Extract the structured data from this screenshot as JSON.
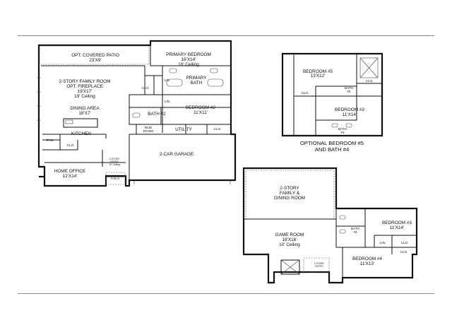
{
  "first_floor": {
    "covered_patio": {
      "name": "OPT. COVERED PATIO",
      "dims": "23'X9'"
    },
    "primary_bedroom": {
      "name": "PRIMARY BEDROOM",
      "dims": "16'X14'",
      "note": "10' Ceiling"
    },
    "family_room": {
      "name": "2-STORY FAMILY ROOM",
      "option": "OPT. FIREPLACE",
      "dims": "19'X17'",
      "note": "19' Ceiling"
    },
    "primary_bath": {
      "name_line1": "PRIMARY",
      "name_line2": "BATH"
    },
    "lin1": "LIN.",
    "lin2": "LIN.",
    "clo1": "CLO.",
    "clo2": "CLO.",
    "clo3": "CLO.",
    "dining": {
      "name": "DINING AREA",
      "dims": "18'X7'"
    },
    "bath2": "BATH #2",
    "bedroom2": {
      "name": "BEDROOM #2",
      "dims": "11'X11'"
    },
    "mud_room": {
      "line1": "MUD",
      "line2": "ROOM"
    },
    "utility": "UTILITY",
    "kitchen": "KITCHEN",
    "pantry": "PAN.",
    "garage": "2-CAR GARAGE",
    "home_office": {
      "name": "HOME OFFICE",
      "dims": "12'X14'"
    },
    "entry": {
      "line1": "2-STORY",
      "line2": "ENTRY",
      "line3": "19' Ceiling"
    },
    "porch": "PORCH"
  },
  "optional_plan": {
    "bedroom5": {
      "name": "BEDROOM #5",
      "dims": "13'X12'"
    },
    "bath4": {
      "line1": "BATH",
      "line2": "#4"
    },
    "clo1": "CLO.",
    "clo2": "CLO.",
    "bedroom3": {
      "name": "BEDROOM #3",
      "dims": "11'X14'"
    },
    "bath3": {
      "line1": "BATH",
      "line2": "#3"
    },
    "caption_line1": "OPTIONAL BEDROOM #5",
    "caption_line2": "AND BATH #4"
  },
  "second_floor": {
    "open_to_below": {
      "line1": "2-STORY",
      "line2": "FAMILY &",
      "line3": "DINING ROOM"
    },
    "game_room": {
      "name": "GAME ROOM",
      "dims": "18'X16'",
      "note": "10' Ceiling"
    },
    "bath4": {
      "line1": "BATH",
      "line2": "#4"
    },
    "bedroom3": {
      "name": "BEDROOM #3",
      "dims": "11'X14'"
    },
    "lin": "LIN.",
    "clo1": "CLO.",
    "clo2": "CLO.",
    "bedroom4": {
      "name": "BEDROOM #4",
      "dims": "11'X13'"
    },
    "entry": {
      "line1": "2-STORY",
      "line2": "ENTRY"
    }
  }
}
